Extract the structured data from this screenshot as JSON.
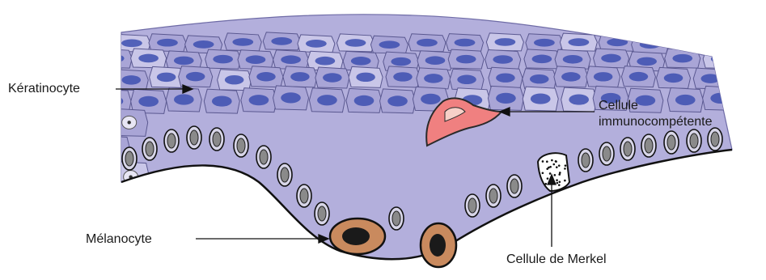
{
  "labels": {
    "keratinocyte": "Kératinocyte",
    "melanocyte": "Mélanocyte",
    "immune_cell_line1": "Cellule",
    "immune_cell_line2": "immunocompétente",
    "merkel_cell": "Cellule de Merkel"
  },
  "colors": {
    "cytoplasm": "#a9a5d6",
    "cytoplasm_light": "#c9c6e8",
    "cell_outline": "#5a5890",
    "nucleus_blue": "#3d4fb0",
    "basal_nucleus": "#8a8a8a",
    "melanocyte_fill": "#c98a5e",
    "melanocyte_core": "#1a1a1a",
    "immune_cell_fill": "#f08080",
    "basement_membrane": "#111111",
    "leader_line": "#111111"
  }
}
